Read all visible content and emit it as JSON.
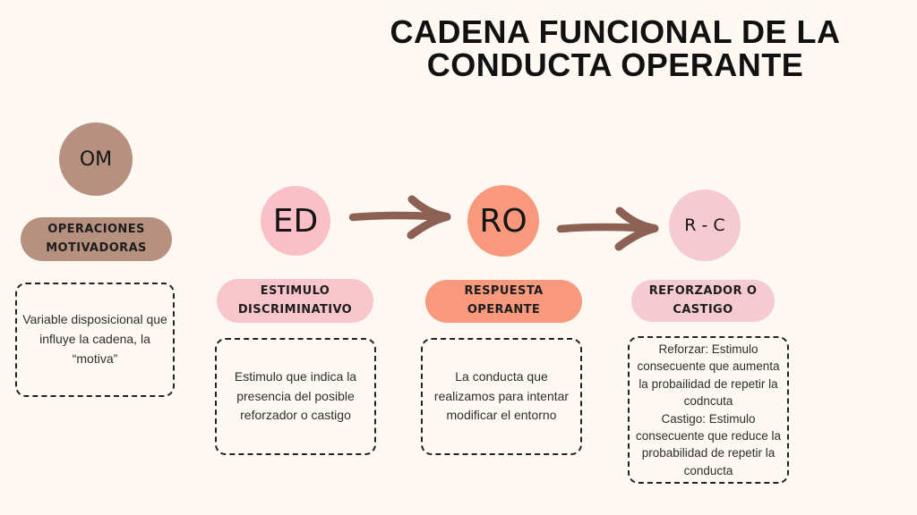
{
  "title": "CADENA FUNCIONAL DE LA\nCONDUCTA OPERANTE",
  "colors": {
    "background": "#FDF8F1",
    "arrow": "#8C6052",
    "om": "#B79180",
    "ed_circle": "#FBBFC7",
    "ed_pill": "#F9C5CC",
    "ro": "#F8997D",
    "rc": "#F5CAD1",
    "dashed_border": "#222222",
    "text": "#2e2e2e"
  },
  "icons": {
    "arrow": "arrow-right-icon"
  },
  "nodes": [
    {
      "abbr": "OM",
      "label": "OPERACIONES\nMOTIVADORAS",
      "description": "Variable disposicional que\ninfluye la cadena, la\n“motiva”"
    },
    {
      "abbr": "ED",
      "label": "ESTIMULO\nDISCRIMINATIVO",
      "description": "Estimulo que indica la\npresencia del posible\nreforzador o castigo"
    },
    {
      "abbr": "RO",
      "label": "RESPUESTA\nOPERANTE",
      "description": "La conducta que\nrealizamos para intentar\nmodificar el entorno"
    },
    {
      "abbr": "R - C",
      "label": "REFORZADOR O\nCASTIGO",
      "description": "Reforzar: Estimulo\nconsecuente que aumenta\nla probailidad de repetir la\ncodncuta\nCastigo: Estimulo\nconsecuente que reduce la\nprobabilidad de repetir la\nconducta"
    }
  ]
}
